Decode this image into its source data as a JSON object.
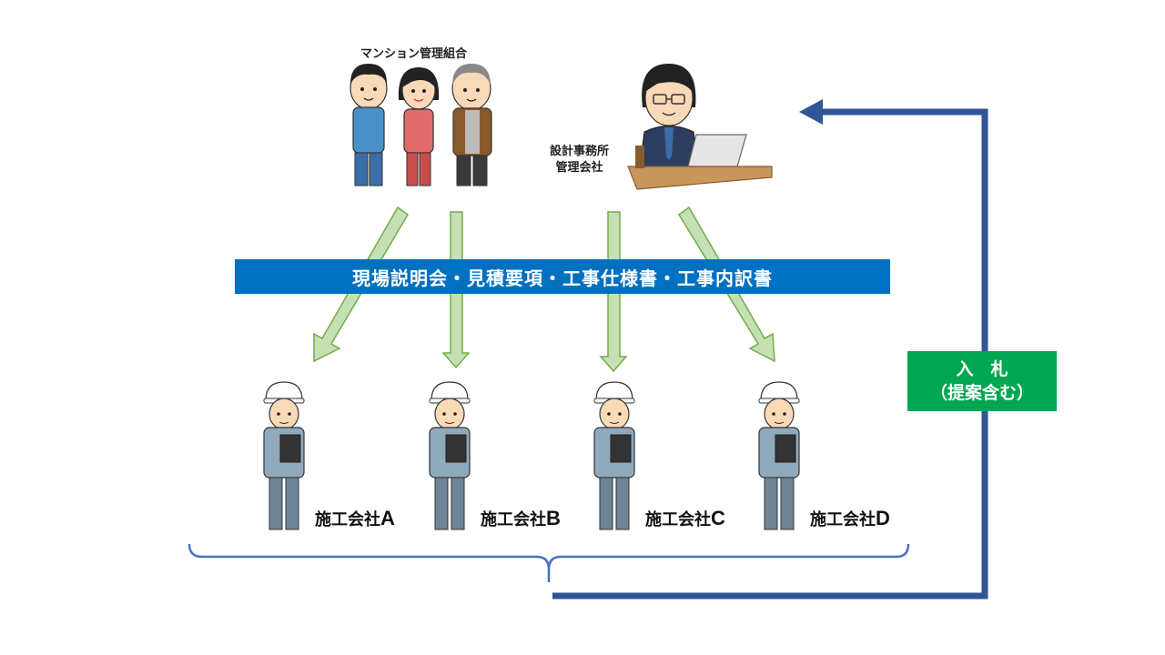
{
  "client": {
    "label": "マンション管理組合"
  },
  "consultant": {
    "line1": "設計事務所",
    "line2": "管理会社"
  },
  "banner": {
    "text": "現場説明会・見積要項・工事仕様書・工事内訳書"
  },
  "bid": {
    "line1": "入　札",
    "line2": "（提案含む）"
  },
  "contractors": [
    {
      "name": "施工会社",
      "letter": "A"
    },
    {
      "name": "施工会社",
      "letter": "B"
    },
    {
      "name": "施工会社",
      "letter": "C"
    },
    {
      "name": "施工会社",
      "letter": "D"
    }
  ],
  "colors": {
    "banner": "#0070c0",
    "bid": "#00a651",
    "return_line": "#2f5597",
    "arrow_fill": "#c5e0b4",
    "arrow_stroke": "#70ad47",
    "brace": "#4472c4"
  }
}
